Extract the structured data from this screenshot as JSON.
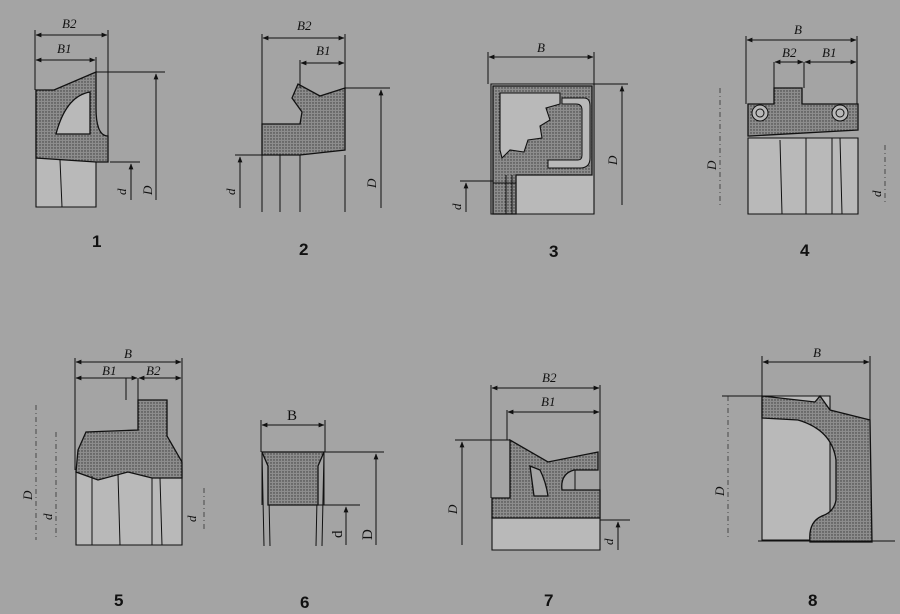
{
  "figures": [
    {
      "id": "1",
      "number": "1",
      "labels": {
        "b2": "B2",
        "b1": "B1",
        "d": "d",
        "D": "D"
      }
    },
    {
      "id": "2",
      "number": "2",
      "labels": {
        "b2": "B2",
        "b1": "B1",
        "d": "d",
        "D": "D"
      }
    },
    {
      "id": "3",
      "number": "3",
      "labels": {
        "b": "B",
        "d": "d",
        "D": "D"
      }
    },
    {
      "id": "4",
      "number": "4",
      "labels": {
        "b": "B",
        "b2": "B2",
        "b1": "B1",
        "d": "d",
        "D": "D"
      }
    },
    {
      "id": "5",
      "number": "5",
      "labels": {
        "b": "B",
        "b1": "B1",
        "b2": "B2",
        "d": "d",
        "D": "D",
        "d1": "d"
      }
    },
    {
      "id": "6",
      "number": "6",
      "labels": {
        "b": "B",
        "d": "d",
        "D": "D"
      }
    },
    {
      "id": "7",
      "number": "7",
      "labels": {
        "b2": "B2",
        "b1": "B1",
        "d": "d",
        "D": "D"
      }
    },
    {
      "id": "8",
      "number": "8",
      "labels": {
        "b": "B",
        "D": "D"
      }
    }
  ],
  "colors": {
    "background": "#a4a4a4",
    "line": "#111111",
    "seal_fill": "#8e8e8e"
  }
}
